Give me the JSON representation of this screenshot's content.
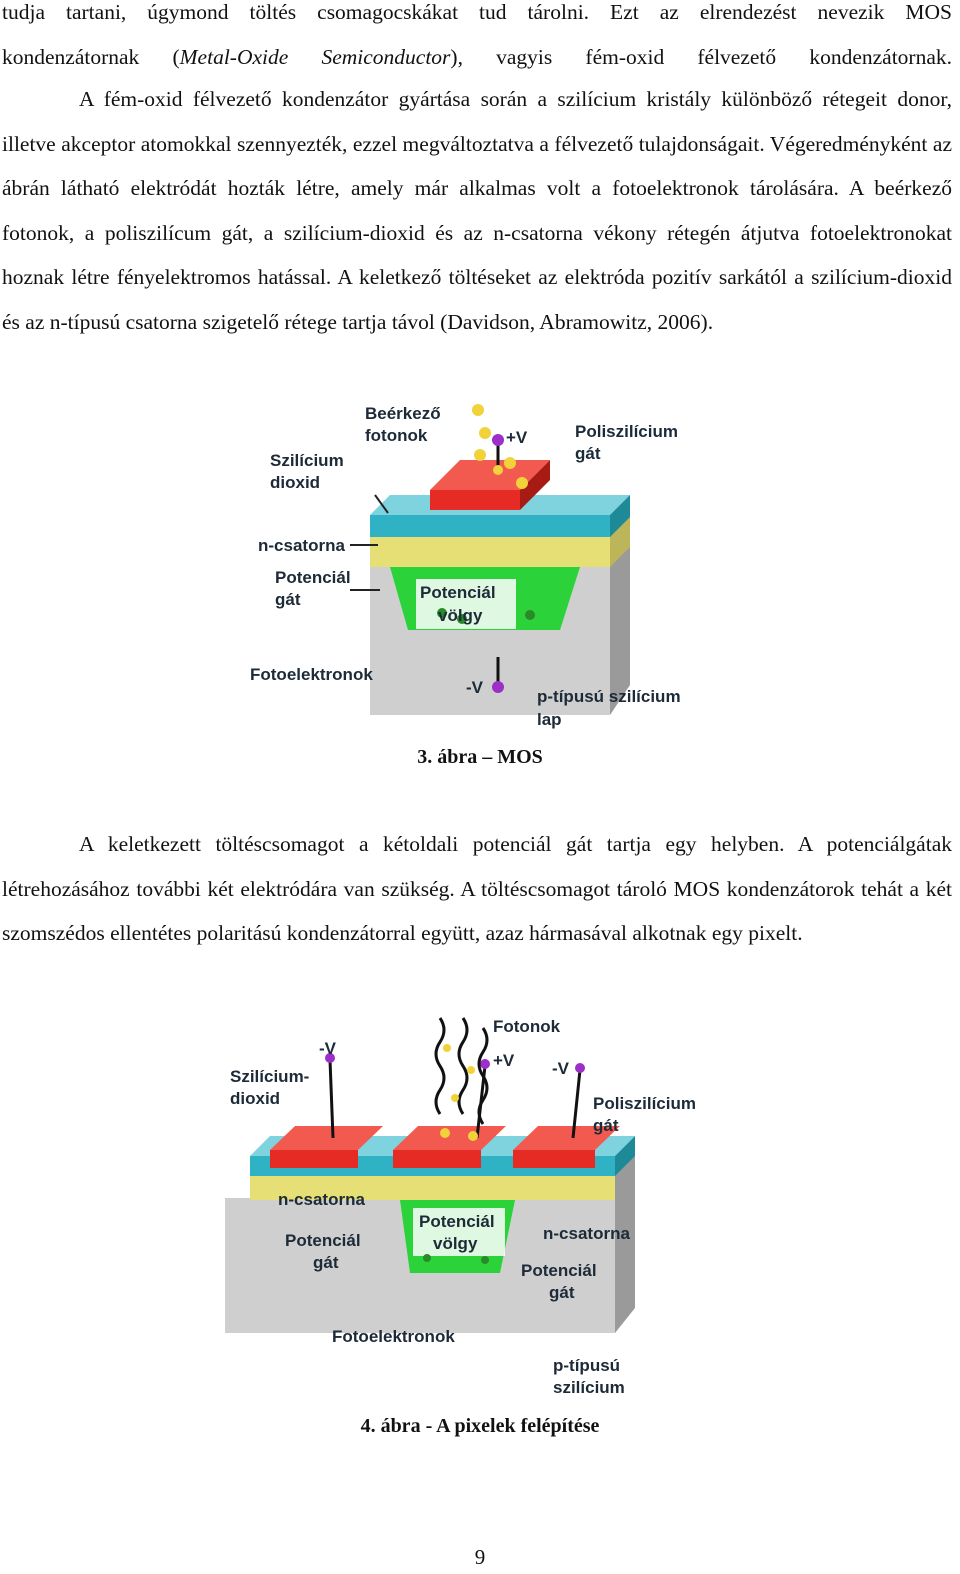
{
  "intro": {
    "lines": [
      "tudja tartani, úgymond töltés csomagocskákat tud tárolni. Ezt az elrendezést nevezik MOS",
      "kondenzátornak (",
      "Metal-Oxide Semiconductor",
      "), vagyis fém-oxid félvezető kondenzátornak."
    ]
  },
  "paragraph1": "A fém-oxid félvezető kondenzátor gyártása során a szilícium kristály különböző rétegeit donor, illetve akceptor atomokkal szennyezték, ezzel megváltoztatva a félvezető tulajdonságait. Végeredményként az ábrán látható elektródát hozták létre, amely már alkalmas volt a fotoelektronok tárolására. A beérkező fotonok, a poliszilícum gát, a szilícium-dioxid és az n-csatorna vékony rétegén átjutva fotoelektronokat hoznak létre fényelektromos hatással. A keletkező töltéseket az elektróda pozitív sarkától a szilícium-dioxid és az n-típusú csatorna szigetelő rétege tartja távol (Davidson, Abramowitz, 2006).",
  "figure3": {
    "labels": {
      "photons": [
        "Beérkező",
        "fotonok"
      ],
      "plus_v": "+V",
      "polysilicon": [
        "Poliszilícium",
        "gát"
      ],
      "sio2": [
        "Szilícium",
        "dioxid"
      ],
      "n_channel": "n-csatorna",
      "potential_barrier": [
        "Potenciál",
        "gát"
      ],
      "potential_well": [
        "Potenciál",
        "völgy"
      ],
      "photoelectrons": "Fotoelektronok",
      "minus_v": "-V",
      "p_type": [
        "p-típusú szilícium",
        "lap"
      ]
    },
    "caption": "3. ábra – MOS"
  },
  "paragraph2": "A keletkezett töltéscsomagot a kétoldali potenciál gát tartja egy helyben. A potenciálgátak létrehozásához további két elektródára van szükség. A töltéscsomagot tároló MOS kondenzátorok tehát a két szomszédos ellentétes polaritású kondenzátorral együtt, azaz hármasával alkotnak egy pixelt.",
  "figure4": {
    "labels": {
      "photons": "Fotonok",
      "minus_v_left": "-V",
      "plus_v": "+V",
      "minus_v_right": "-V",
      "sio2": [
        "Szilícium-",
        "dioxid"
      ],
      "polysilicon": [
        "Poliszilícium",
        "gát"
      ],
      "n_channel_left": "n-csatorna",
      "potential_well": [
        "Potenciál",
        "völgy"
      ],
      "n_channel_right": "n-csatorna",
      "potential_barrier_left": [
        "Potenciál",
        "gát"
      ],
      "potential_barrier_right": [
        "Potenciál",
        "gát"
      ],
      "photoelectrons": "Fotoelektronok",
      "p_type": [
        "p-típusú",
        "szilícium"
      ]
    },
    "caption": "4. ábra - A pixelek felépítése"
  },
  "page_number": "9",
  "colors": {
    "electrode_red": "#e52b24",
    "oxide_teal": "#2fb3c4",
    "n_channel_yellow": "#e8e07a",
    "well_green": "#2bd23a",
    "substrate_gray": "#c8c8c8",
    "terminal_purple": "#9b2fc8",
    "photon_yellow": "#f2d23a"
  }
}
